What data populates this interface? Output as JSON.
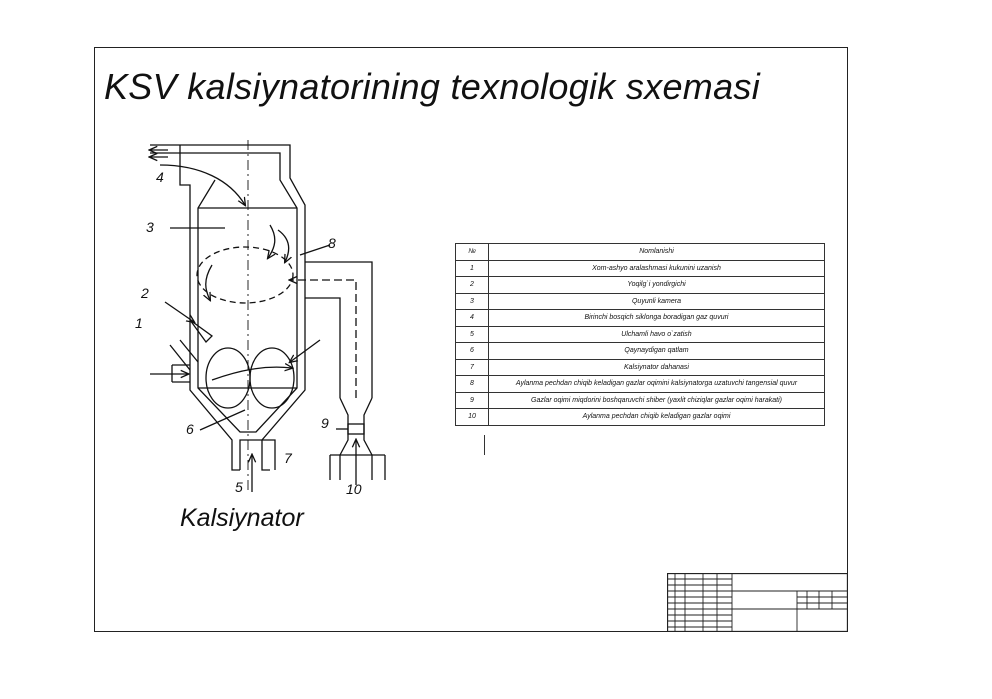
{
  "title": "KSV kalsiynatorining texnologik sxemasi",
  "caption": "Kalsiynator",
  "callouts": [
    "4",
    "3",
    "8",
    "2",
    "1",
    "6",
    "7",
    "9",
    "5",
    "10"
  ],
  "legend": {
    "header": {
      "num": "№",
      "name": "Nomlanishi"
    },
    "rows": [
      {
        "num": "1",
        "name": "Xom-ashyo aralashmasi kukunini uzanish"
      },
      {
        "num": "2",
        "name": "Yoqilg`i yondirgichi"
      },
      {
        "num": "3",
        "name": "Quyunli kamera"
      },
      {
        "num": "4",
        "name": "Birinchi bosqich siklonga boradigan gaz quvuri"
      },
      {
        "num": "5",
        "name": "Ulchamli havo o`zatish"
      },
      {
        "num": "6",
        "name": "Qaynaydigan qatlam"
      },
      {
        "num": "7",
        "name": "Kalsiynator dahanasi"
      },
      {
        "num": "8",
        "name": "Aylanma pechdan chiqib keladigan gazlar oqimini kalsiynatorga uzatuvchi tangensial quvur"
      },
      {
        "num": "9",
        "name": "Gazlar oqimi miqdorini boshqaruvchi shiber (yaxlit chiziqlar gazlar oqimi harakati)"
      },
      {
        "num": "10",
        "name": "Aylanma pechdan chiqib keladigan gazlar oqimi"
      }
    ]
  }
}
